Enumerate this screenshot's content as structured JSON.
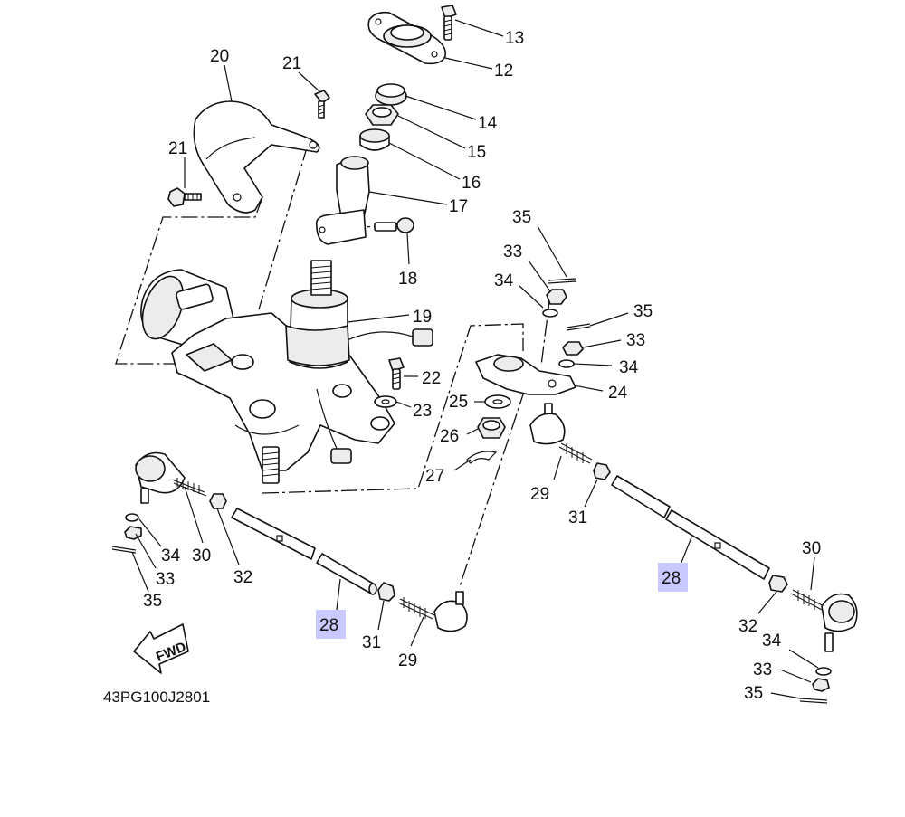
{
  "diagram": {
    "drawing_code": "43PG100J2801",
    "fwd_label": "FWD",
    "highlight_color": "#c9c9ff",
    "callouts": [
      {
        "id": "c13",
        "text": "13"
      },
      {
        "id": "c12",
        "text": "12"
      },
      {
        "id": "c20",
        "text": "20"
      },
      {
        "id": "c21a",
        "text": "21"
      },
      {
        "id": "c21b",
        "text": "21"
      },
      {
        "id": "c14",
        "text": "14"
      },
      {
        "id": "c15",
        "text": "15"
      },
      {
        "id": "c16",
        "text": "16"
      },
      {
        "id": "c17",
        "text": "17"
      },
      {
        "id": "c18",
        "text": "18"
      },
      {
        "id": "c19",
        "text": "19"
      },
      {
        "id": "c22",
        "text": "22"
      },
      {
        "id": "c23",
        "text": "23"
      },
      {
        "id": "c25",
        "text": "25"
      },
      {
        "id": "c26",
        "text": "26"
      },
      {
        "id": "c27",
        "text": "27"
      },
      {
        "id": "c24",
        "text": "24"
      },
      {
        "id": "c35a",
        "text": "35"
      },
      {
        "id": "c33a",
        "text": "33"
      },
      {
        "id": "c34a",
        "text": "34"
      },
      {
        "id": "c35b",
        "text": "35"
      },
      {
        "id": "c33b",
        "text": "33"
      },
      {
        "id": "c34b",
        "text": "34"
      },
      {
        "id": "c29a",
        "text": "29"
      },
      {
        "id": "c31a",
        "text": "31"
      },
      {
        "id": "c30a",
        "text": "30"
      },
      {
        "id": "c28a",
        "text": "28",
        "highlighted": true
      },
      {
        "id": "c32a",
        "text": "32"
      },
      {
        "id": "c34c",
        "text": "34"
      },
      {
        "id": "c33c",
        "text": "33"
      },
      {
        "id": "c35c",
        "text": "35"
      },
      {
        "id": "c34d",
        "text": "34"
      },
      {
        "id": "c30b",
        "text": "30"
      },
      {
        "id": "c32b",
        "text": "32"
      },
      {
        "id": "c28b",
        "text": "28",
        "highlighted": true
      },
      {
        "id": "c31b",
        "text": "31"
      },
      {
        "id": "c29b",
        "text": "29"
      },
      {
        "id": "c34e",
        "text": "34"
      },
      {
        "id": "c33d",
        "text": "33"
      },
      {
        "id": "c35d",
        "text": "35"
      }
    ]
  }
}
